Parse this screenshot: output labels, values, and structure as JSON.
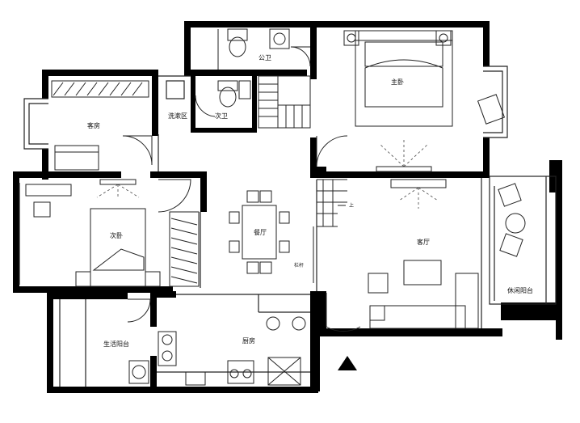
{
  "rooms": {
    "public_bath": "公卫",
    "master_bedroom": "主卧",
    "guest_room": "客房",
    "laundry": "洗漱区",
    "secondary_bath": "次卫",
    "second_bedroom": "次卧",
    "dining": "餐厅",
    "living": "客厅",
    "leisure_balcony": "休闲阳台",
    "service_balcony": "生活阳台",
    "kitchen": "厨房"
  },
  "labels": {
    "stair_up": "上",
    "railing": "栏杆"
  },
  "colors": {
    "wall": "#000000",
    "line": "#222222",
    "background": "#ffffff"
  }
}
